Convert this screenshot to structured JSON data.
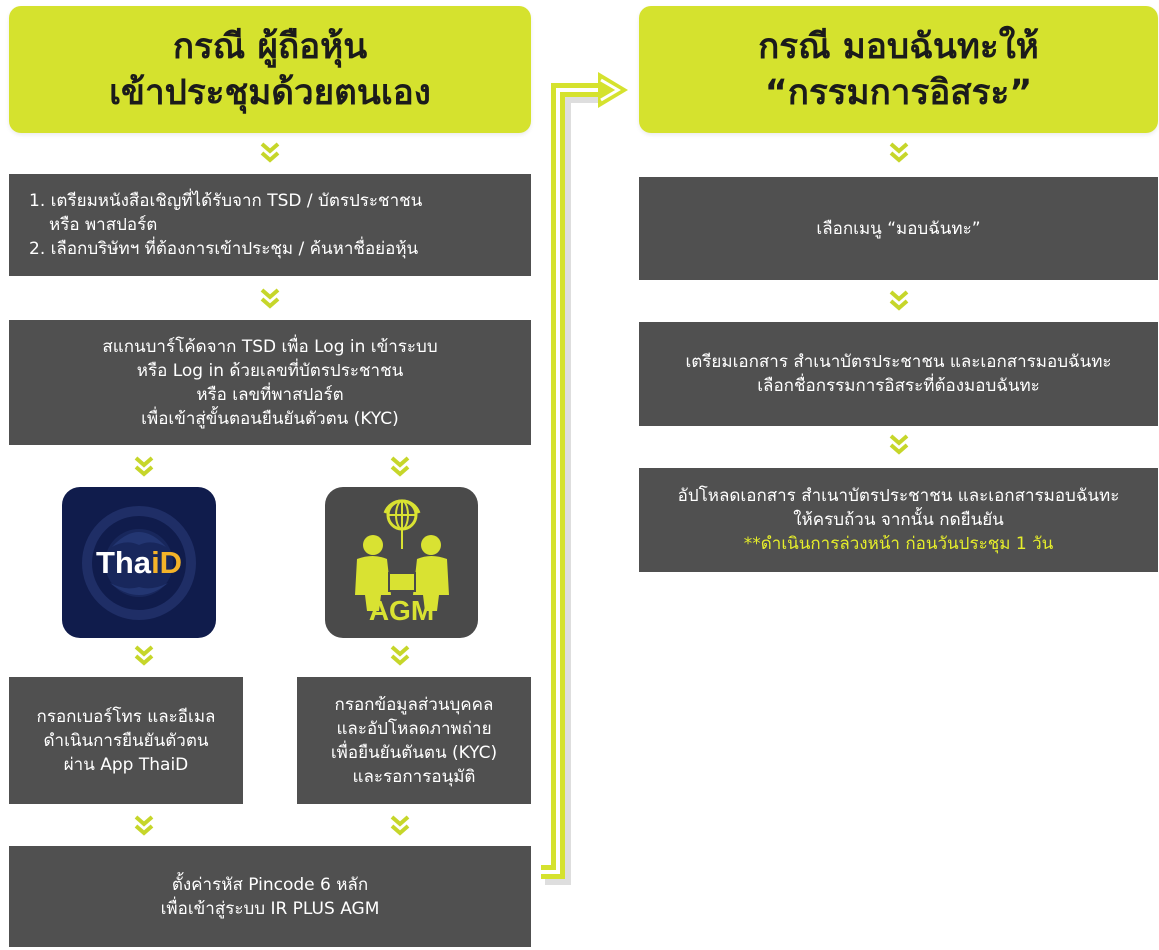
{
  "left_header": {
    "line1": "กรณี ผู้ถือหุ้น",
    "line2": "เข้าประชุมด้วยตนเอง"
  },
  "right_header": {
    "line1": "กรณี มอบฉันทะให้",
    "line2": "“กรรมการอิสระ”"
  },
  "left_steps": {
    "step1": {
      "line1": "1. เตรียมหนังสือเชิญที่ได้รับจาก TSD / บัตรประชาชน",
      "line2": "หรือ พาสปอร์ต",
      "line3": "2. เลือกบริษัทฯ ที่ต้องการเข้าประชุม / ค้นหาชื่อย่อหุ้น"
    },
    "step2": {
      "line1": "สแกนบาร์โค้ดจาก TSD เพื่อ Log in เข้าระบบ",
      "line2": "หรือ Log in ด้วยเลขที่บัตรประชาชน",
      "line3": "หรือ เลขที่พาสปอร์ต",
      "line4": "เพื่อเข้าสู่ขั้นตอนยืนยันตัวตน (KYC)"
    },
    "thaid_app": {
      "label": "ThaiD",
      "label_part1": "Tha",
      "label_part2": "iD"
    },
    "agm_app": {
      "label": "AGM"
    },
    "thaid_box": {
      "line1": "กรอกเบอร์โทร และอีเมล",
      "line2": "ดำเนินการยืนยันตัวตน",
      "line3": "ผ่าน App ThaiD"
    },
    "agm_box": {
      "line1": "กรอกข้อมูลส่วนบุคคล",
      "line2": "และอัปโหลดภาพถ่าย",
      "line3": "เพื่อยืนยันตันตน (KYC)",
      "line4": "และรอการอนุมัติ"
    },
    "final": {
      "line1": "ตั้งค่ารหัส Pincode 6 หลัก",
      "line2": "เพื่อเข้าสู่ระบบ IR PLUS AGM"
    }
  },
  "right_steps": {
    "step1": {
      "line1": "เลือกเมนู “มอบฉันทะ”"
    },
    "step2": {
      "line1": "เตรียมเอกสาร สำเนาบัตรประชาชน และเอกสารมอบฉันทะ",
      "line2": "เลือกชื่อกรรมการอิสระที่ต้องมอบฉันทะ"
    },
    "step3": {
      "line1": "อัปโหลดเอกสาร สำเนาบัตรประชาชน และเอกสารมอบฉันทะ",
      "line2": "ให้ครบถ้วน จากนั้น กดยืนยัน",
      "note": "**ดำเนินการล่วงหน้า ก่อนวันประชุม 1 วัน"
    }
  },
  "colors": {
    "accent": "#d5e22e",
    "box": "#505050",
    "note": "#e6ee2a",
    "thaid_bg": "#101c4c",
    "agm_bg": "#4a4a4a"
  },
  "icons": {
    "chevron": "double-chevron-down-icon",
    "connector": "connector-arrow-icon",
    "thaid": "thaid-app-icon",
    "agm": "agm-app-icon"
  }
}
